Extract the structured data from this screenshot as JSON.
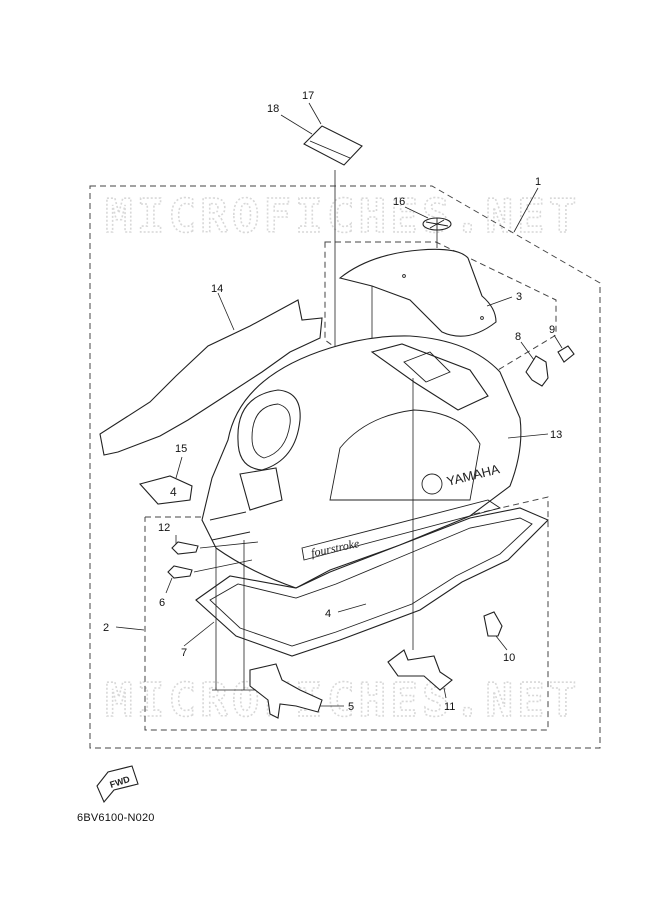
{
  "drawing_code": "6BV6100-N020",
  "watermark_text": "MICROFICHES.NET",
  "fwd_label": "FWD",
  "brand_text": "YAMAHA",
  "model_text": "fourstroke",
  "decal_number": "4",
  "callouts": [
    "1",
    "2",
    "3",
    "4",
    "5",
    "6",
    "7",
    "8",
    "9",
    "10",
    "11",
    "12",
    "13",
    "14",
    "15",
    "16",
    "17",
    "18"
  ]
}
